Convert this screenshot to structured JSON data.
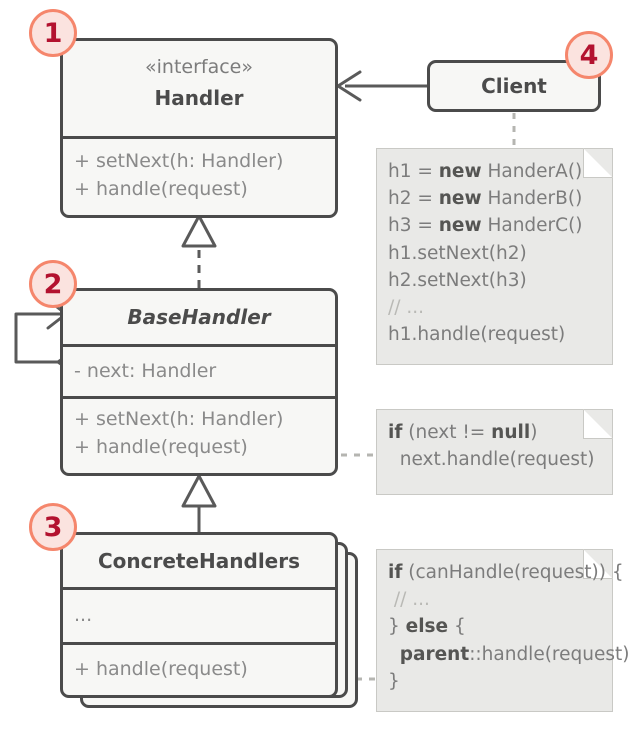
{
  "diagram": {
    "title": "Chain of Responsibility UML class diagram",
    "colors": {
      "box_fill": "#f7f7f5",
      "box_stroke": "#4b4b4b",
      "note_fill": "#e9e9e7",
      "note_stroke": "#c9c9c5",
      "text_gray": "#8a8a8a",
      "title_gray": "#4b4b4b",
      "badge_fill": "#fbe3df",
      "badge_stroke": "#f5866c",
      "badge_text": "#b3122f",
      "connector_gray": "#5a5a5a",
      "dashed_gray": "#b5b5b1"
    }
  },
  "badges": [
    {
      "id": "badge-1",
      "label": "1"
    },
    {
      "id": "badge-2",
      "label": "2"
    },
    {
      "id": "badge-3",
      "label": "3"
    },
    {
      "id": "badge-4",
      "label": "4"
    }
  ],
  "classes": {
    "handler": {
      "stereotype": "«interface»",
      "name": "Handler",
      "methods": [
        "+ setNext(h: Handler)",
        "+ handle(request)"
      ]
    },
    "base_handler": {
      "name": "BaseHandler",
      "attributes": [
        "- next: Handler"
      ],
      "methods": [
        "+ setNext(h: Handler)",
        "+ handle(request)"
      ]
    },
    "concrete_handlers": {
      "name": "ConcreteHandlers",
      "attributes": [
        "..."
      ],
      "methods": [
        "+ handle(request)"
      ]
    },
    "client": {
      "name": "Client"
    }
  },
  "notes": {
    "client_note": {
      "lines": [
        [
          {
            "t": "h1 = ",
            "b": false
          },
          {
            "t": "new",
            "b": true
          },
          {
            "t": " HanderA()",
            "b": false
          }
        ],
        [
          {
            "t": "h2 = ",
            "b": false
          },
          {
            "t": "new",
            "b": true
          },
          {
            "t": " HanderB()",
            "b": false
          }
        ],
        [
          {
            "t": "h3 = ",
            "b": false
          },
          {
            "t": "new",
            "b": true
          },
          {
            "t": " HanderC()",
            "b": false
          }
        ],
        [
          {
            "t": "h1.setNext(h2)",
            "b": false
          }
        ],
        [
          {
            "t": "h2.setNext(h3)",
            "b": false
          }
        ],
        [
          {
            "t": "// ...",
            "b": false,
            "c": true
          }
        ],
        [
          {
            "t": "h1.handle(request)",
            "b": false
          }
        ]
      ]
    },
    "base_handler_note": {
      "lines": [
        [
          {
            "t": "if",
            "b": true
          },
          {
            "t": " (next != ",
            "b": false
          },
          {
            "t": "null",
            "b": true
          },
          {
            "t": ")",
            "b": false
          }
        ],
        [
          {
            "t": "  next.handle(request)",
            "b": false
          }
        ]
      ]
    },
    "concrete_note": {
      "lines": [
        [
          {
            "t": "if",
            "b": true
          },
          {
            "t": " (canHandle(request)) {",
            "b": false
          }
        ],
        [
          {
            "t": " // ...",
            "b": false,
            "c": true
          }
        ],
        [
          {
            "t": "} ",
            "b": false
          },
          {
            "t": "else",
            "b": true
          },
          {
            "t": " {",
            "b": false
          }
        ],
        [
          {
            "t": "  ",
            "b": false
          },
          {
            "t": "parent",
            "b": true
          },
          {
            "t": "::handle(request)",
            "b": false
          }
        ],
        [
          {
            "t": "}",
            "b": false
          }
        ]
      ]
    }
  },
  "connectors": {
    "client_to_handler": "association-arrow",
    "handler_realization": "dashed-hollow-triangle",
    "base_generalization": "solid-hollow-triangle",
    "self_aggregation": "open-diamond-self-loop",
    "note_links": "dashed-lollipop"
  }
}
